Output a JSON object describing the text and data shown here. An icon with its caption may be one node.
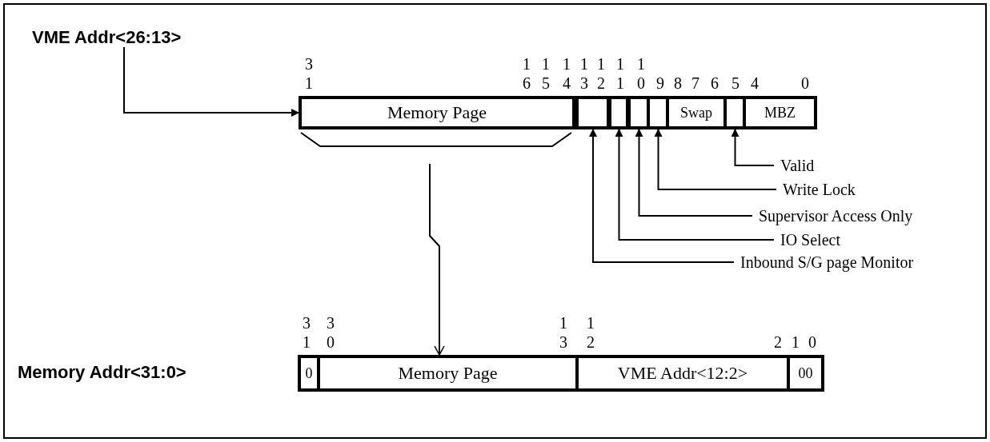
{
  "diagram": {
    "nodes": [
      {
        "text": [
          "VME Addr<26:13>"
        ]
      },
      {
        "text": [
          "Memory Page"
        ]
      },
      {
        "text": [],
        "shape": "box"
      },
      {
        "text": [],
        "shape": "box"
      },
      {
        "text": [],
        "shape": "box"
      },
      {
        "text": [],
        "shape": "box"
      },
      {
        "text": [
          "Swap"
        ]
      },
      {
        "text": [],
        "shape": "box"
      },
      {
        "text": [
          "MBZ"
        ]
      },
      {
        "text": [
          "Valid"
        ]
      },
      {
        "text": [
          "Write Lock"
        ]
      },
      {
        "text": [
          "Supervisor Access Only"
        ]
      },
      {
        "text": [
          "IO Select"
        ]
      },
      {
        "text": [
          "Inbound S/G page Monitor"
        ]
      },
      {
        "text": [
          "0"
        ]
      },
      {
        "text": [
          "Memory Page"
        ]
      },
      {
        "text": [
          "VME Addr<12:2>"
        ]
      },
      {
        "text": [
          "00"
        ]
      }
    ],
    "edges": [
      {
        "from": 0,
        "to": 1,
        "arrow": "to"
      },
      {
        "from": 1,
        "to": 15,
        "arrow": "to"
      },
      {
        "from": 9,
        "to": 7,
        "arrow": "to"
      },
      {
        "from": 10,
        "to": 5,
        "arrow": "to"
      },
      {
        "from": 11,
        "to": 4,
        "arrow": "to"
      },
      {
        "from": 12,
        "to": 3,
        "arrow": "to"
      },
      {
        "from": 13,
        "to": 2,
        "arrow": "to"
      }
    ],
    "labels": [
      "31",
      "16",
      "15",
      "14",
      "13",
      "12",
      "11",
      "10",
      "9",
      "8",
      "7",
      "6",
      "5",
      "4",
      "0",
      "31",
      "30",
      "13",
      "12",
      "2",
      "1",
      "0",
      "Memory Addr<31:0>"
    ]
  }
}
